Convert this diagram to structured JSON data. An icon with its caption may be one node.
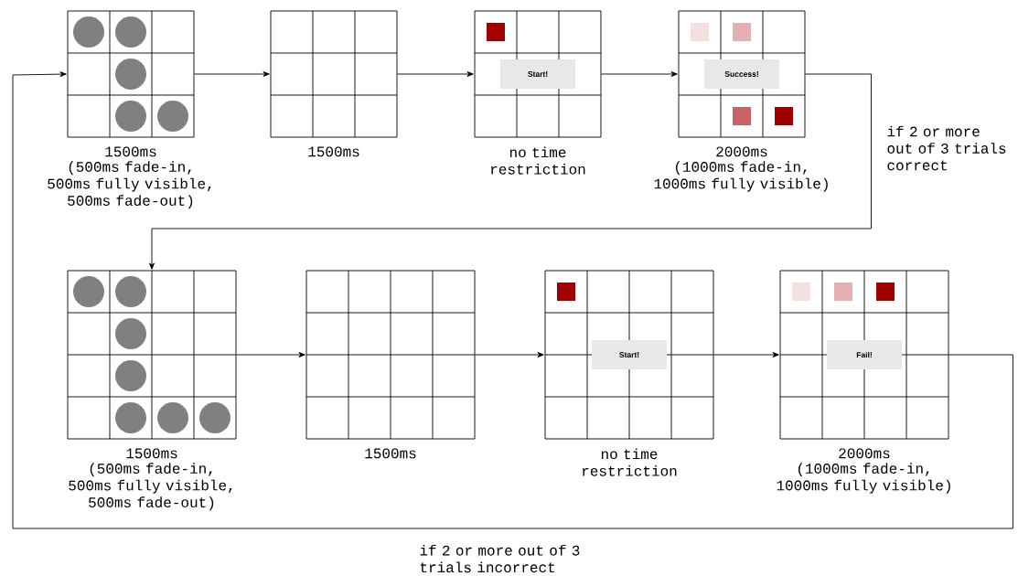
{
  "diagram": {
    "nodes": [
      {
        "text": [],
        "shape": "grid",
        "beside": [
          "1500ms",
          "(500ms fade-in, 500ms fully visible, 500ms fade-out)"
        ]
      },
      {
        "text": [],
        "shape": "grid",
        "beside": [
          "1500ms"
        ]
      },
      {
        "text": [
          "Start!"
        ],
        "beside": [
          "no time restriction"
        ]
      },
      {
        "text": [
          "Success!"
        ],
        "beside": [
          "2000ms",
          "(1000ms fade-in, 1000ms fully visible)"
        ]
      },
      {
        "text": [],
        "shape": "grid",
        "beside": [
          "1500ms",
          "(500ms fade-in, 500ms fully visible, 500ms fade-out)"
        ]
      },
      {
        "text": [],
        "shape": "grid",
        "beside": [
          "1500ms"
        ]
      },
      {
        "text": [
          "Start!"
        ],
        "beside": [
          "no time restriction"
        ]
      },
      {
        "text": [
          "Fail!"
        ],
        "beside": [
          "2000ms",
          "(1000ms fade-in, 1000ms fully visible)"
        ]
      }
    ],
    "edges": [
      {
        "from": 0,
        "to": 1,
        "arrow": "to"
      },
      {
        "from": 1,
        "to": 2,
        "arrow": "to"
      },
      {
        "from": 2,
        "to": 3,
        "arrow": "to"
      },
      {
        "from": 3,
        "to": 4,
        "arrow": "to",
        "label": "if 2 or more out of 3 trials correct"
      },
      {
        "from": 4,
        "to": 5,
        "arrow": "to"
      },
      {
        "from": 5,
        "to": 6,
        "arrow": "to"
      },
      {
        "from": 6,
        "to": 7,
        "arrow": "to"
      },
      {
        "from": 7,
        "to": 0,
        "arrow": "to",
        "label": "if 2 or more out of 3 trials incorrect"
      }
    ]
  }
}
